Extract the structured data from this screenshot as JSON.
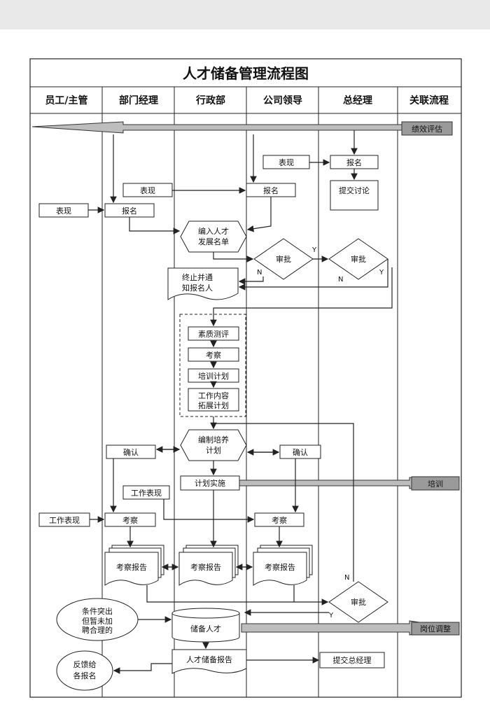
{
  "title": "人才储备管理流程图",
  "lanes": [
    "员工/主管",
    "部门经理",
    "行政部",
    "公司领导",
    "总经理",
    "关联流程"
  ],
  "related": {
    "perf": "绩效评估",
    "training": "培训",
    "post": "岗位调整"
  },
  "nodes": {
    "perf_tm": "表现",
    "signup_tm": "报名",
    "submit_disc": "提交讨论",
    "perf_leader": "表现",
    "signup_leader": "报名",
    "perf_mgr": "表现",
    "signup_mgr": "报名",
    "perf_emp": "表现",
    "compile1": "编入人才",
    "compile2": "发展名单",
    "approve1": "审批",
    "approve2": "审批",
    "stop1": "终止并通",
    "stop2": "知报名人",
    "quality": "素质测评",
    "inspect": "考察",
    "train_plan": "培训计划",
    "work1": "工作内容",
    "work2": "拓展计划",
    "confirm_l": "确认",
    "make1": "编制培养",
    "make2": "计划",
    "confirm_r": "确认",
    "implement": "计划实施",
    "work_perf_mgr": "工作表现",
    "work_perf_emp": "工作表现",
    "inspect_mgr": "考察",
    "inspect_lead": "考察",
    "report_mgr": "考察报告",
    "report_admin": "考察报告",
    "report_lead": "考察报告",
    "approve3": "审批",
    "cond1": "条件突出",
    "cond2": "但暂未加",
    "cond3": "聘合理的",
    "reserve": "储备人才",
    "report": "人才储备报告",
    "submit_gm": "提交总经理",
    "fb1": "反馈给",
    "fb2": "各报名"
  },
  "yn": {
    "y": "Y",
    "n": "N"
  }
}
